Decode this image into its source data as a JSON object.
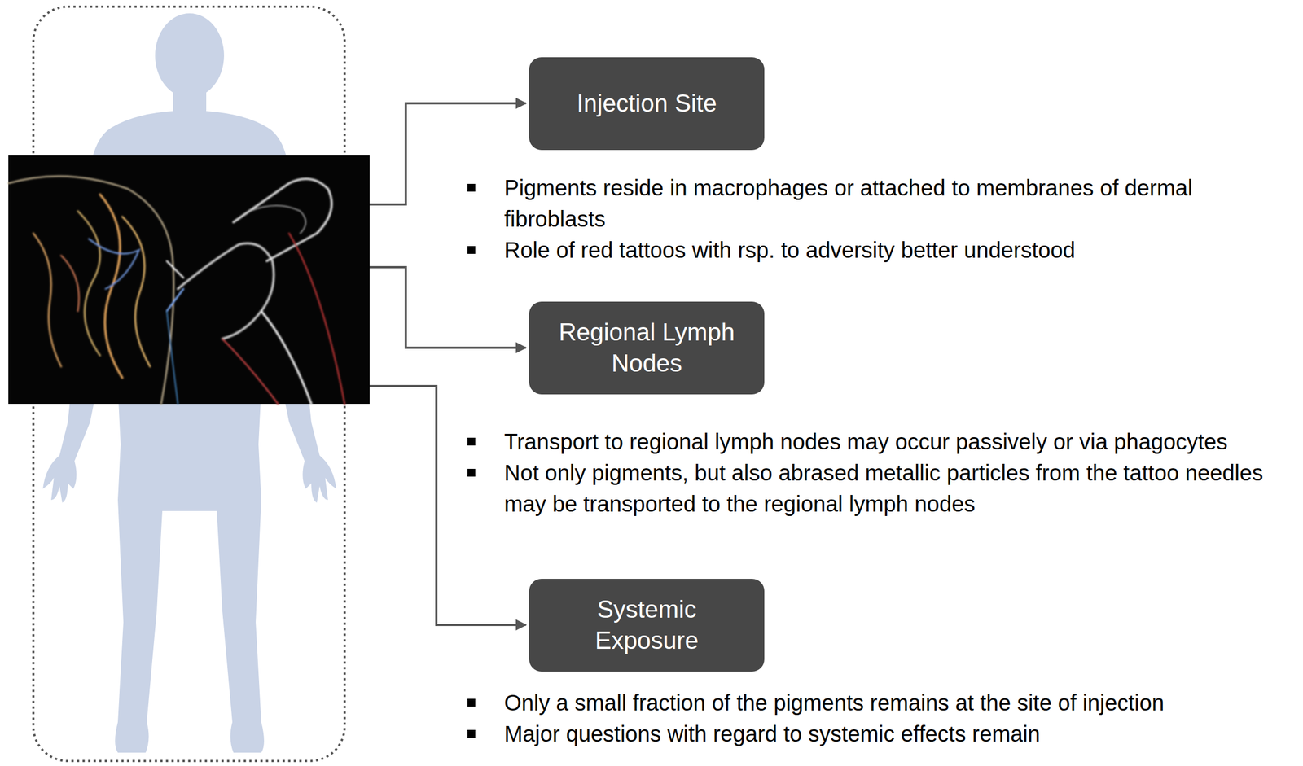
{
  "diagram": {
    "nodes": [
      {
        "text": [
          "Injection Site"
        ]
      },
      {
        "text": [
          "Regional Lymph Nodes"
        ]
      },
      {
        "text": [
          "Systemic Exposure"
        ]
      }
    ],
    "labels": [
      "Pigments reside in macrophages or attached to membranes of dermal fibroblasts",
      "Role of red tattoos with rsp. to adversity better understood",
      "Transport to regional lymph nodes may occur passively or via phagocytes",
      "Not only pigments, but also abrased metallic particles from the tattoo needles may be transported to the regional lymph nodes",
      "Only a small fraction of the pigments remains at the site of injection",
      "Major questions with regard to systemic effects remain"
    ]
  }
}
